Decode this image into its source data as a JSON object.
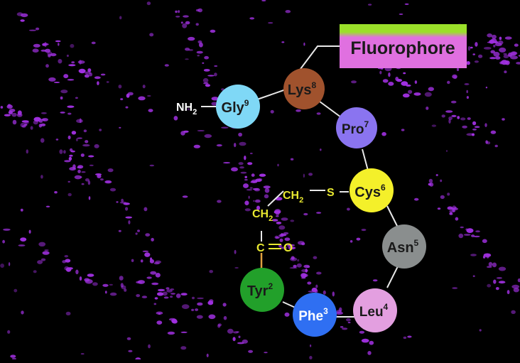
{
  "fluorophore": {
    "label": "Fluorophore",
    "gradient": [
      "#9be02a",
      "#e070e0"
    ]
  },
  "amine": {
    "label": "NH",
    "sub": "2"
  },
  "residues": [
    {
      "id": "gly",
      "name": "Gly",
      "num": "9",
      "color": "#7fd8f6",
      "text_color": "#1a1a1a"
    },
    {
      "id": "lys",
      "name": "Lys",
      "num": "8",
      "color": "#a0522d",
      "text_color": "#1a1a1a"
    },
    {
      "id": "pro",
      "name": "Pro",
      "num": "7",
      "color": "#8a74f0",
      "text_color": "#1a1a1a"
    },
    {
      "id": "cys",
      "name": "Cys",
      "num": "6",
      "color": "#f4f02a",
      "text_color": "#1a1a1a"
    },
    {
      "id": "asn",
      "name": "Asn",
      "num": "5",
      "color": "#8a8e8e",
      "text_color": "#1a1a1a"
    },
    {
      "id": "leu",
      "name": "Leu",
      "num": "4",
      "color": "#e39fe0",
      "text_color": "#1a1a1a"
    },
    {
      "id": "phe",
      "name": "Phe",
      "num": "3",
      "color": "#2f6ff2",
      "text_color": "#ffffff"
    },
    {
      "id": "tyr",
      "name": "Tyr",
      "num": "2",
      "color": "#22a02a",
      "text_color": "#1a1a1a"
    }
  ],
  "linker": {
    "sulfur": "S",
    "ch2_a": "CH",
    "ch2_a_sub": "2",
    "ch2_b": "CH",
    "ch2_b_sub": "2",
    "carbonyl_c": "C",
    "carbonyl_o": "O",
    "color": "#e8e830",
    "bond_color": "#e0a040"
  },
  "colors": {
    "background": "#000000",
    "speckle": "#a030e0",
    "bond": "#e8e8e8"
  }
}
